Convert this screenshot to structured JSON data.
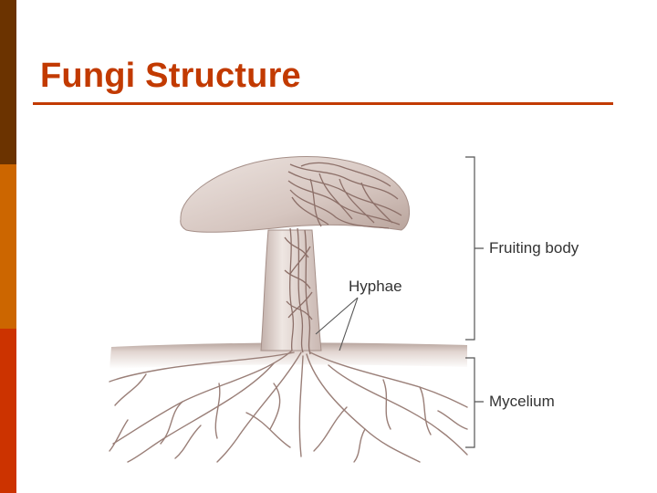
{
  "slide": {
    "title": "Fungi Structure",
    "colors": {
      "accent": "#c23a00",
      "bar_top": "#6b3300",
      "bar_mid": "#cc6600",
      "bar_bottom": "#cc3300"
    }
  },
  "diagram": {
    "labels": {
      "fruiting_body": "Fruiting body",
      "hyphae": "Hyphae",
      "mycelium": "Mycelium"
    }
  }
}
